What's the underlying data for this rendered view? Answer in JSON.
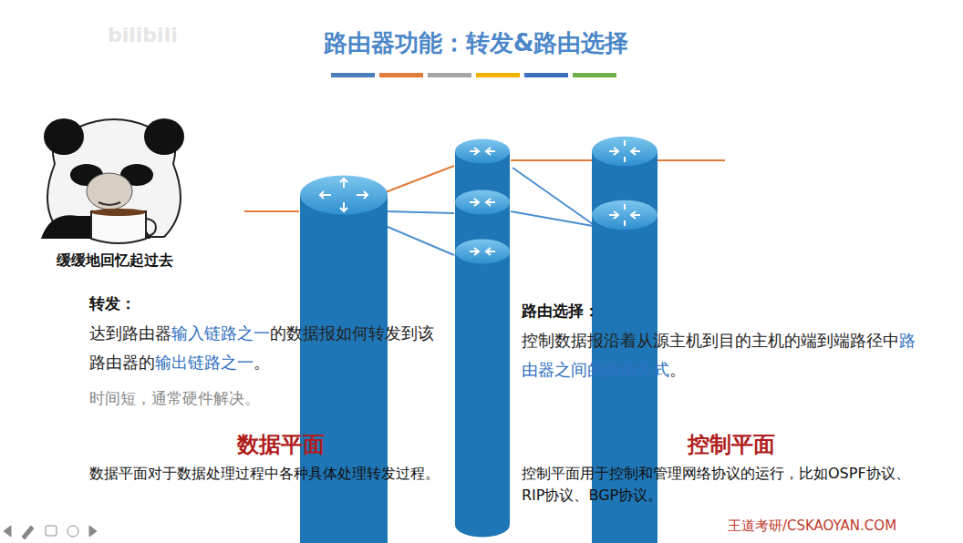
{
  "diagram": {
    "title": "路由器功能：转发&路由选择",
    "labels": [
      "bilibili",
      "缓缓地回忆起过去",
      "转发：",
      "达到路由器",
      "输入链路之一",
      "的数据报如何转发到该路由器的",
      "输出链路之一",
      "。",
      "时间短，通常硬件解决。",
      "数据平面",
      "数据平面对于数据处理过程中各种具体处理转发过程。",
      "路由选择：",
      "控制数据报沿着从源主机到目的主机的端到端路径中",
      "路由器之间的路由方式",
      "。",
      "控制平面",
      "控制平面用于控制和管理网络协议的运行，比如OSPF协议、RIP协议、BGP协议。",
      "王道考研/CSKAOYAN.COM"
    ]
  }
}
